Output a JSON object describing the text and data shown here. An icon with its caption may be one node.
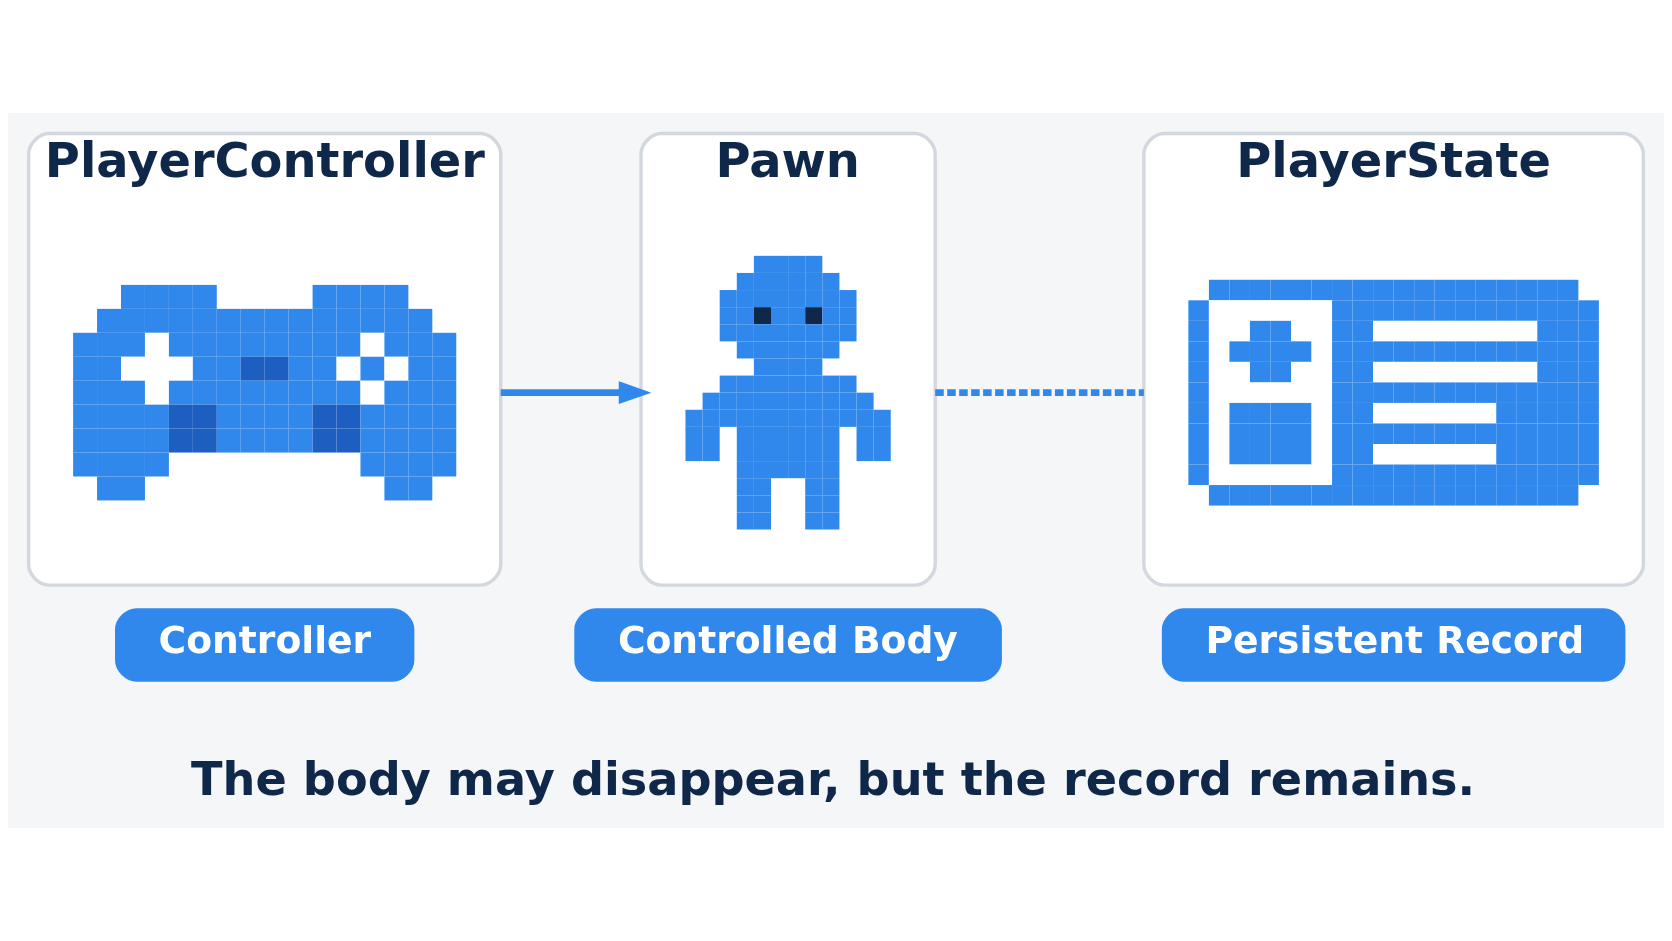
{
  "diagram": {
    "caption": "The body may disappear, but the record remains.",
    "nodes": [
      {
        "text": [
          "PlayerController"
        ]
      },
      {
        "text": [],
        "shape": "picture",
        "in": 0
      },
      {
        "text": [
          "Pawn"
        ]
      },
      {
        "text": [],
        "shape": "picture",
        "in": 2
      },
      {
        "text": [
          "PlayerState"
        ]
      },
      {
        "text": [],
        "shape": "picture",
        "in": 4
      },
      {
        "text": [
          "Controller"
        ]
      },
      {
        "text": [
          "Controlled Body"
        ]
      },
      {
        "text": [
          "Persistent Record"
        ]
      }
    ],
    "edges": [
      {
        "from": 0,
        "to": 2,
        "arrow": "to"
      },
      {
        "from": 2,
        "to": 4,
        "arrow": "none",
        "style": "dashed"
      }
    ]
  }
}
